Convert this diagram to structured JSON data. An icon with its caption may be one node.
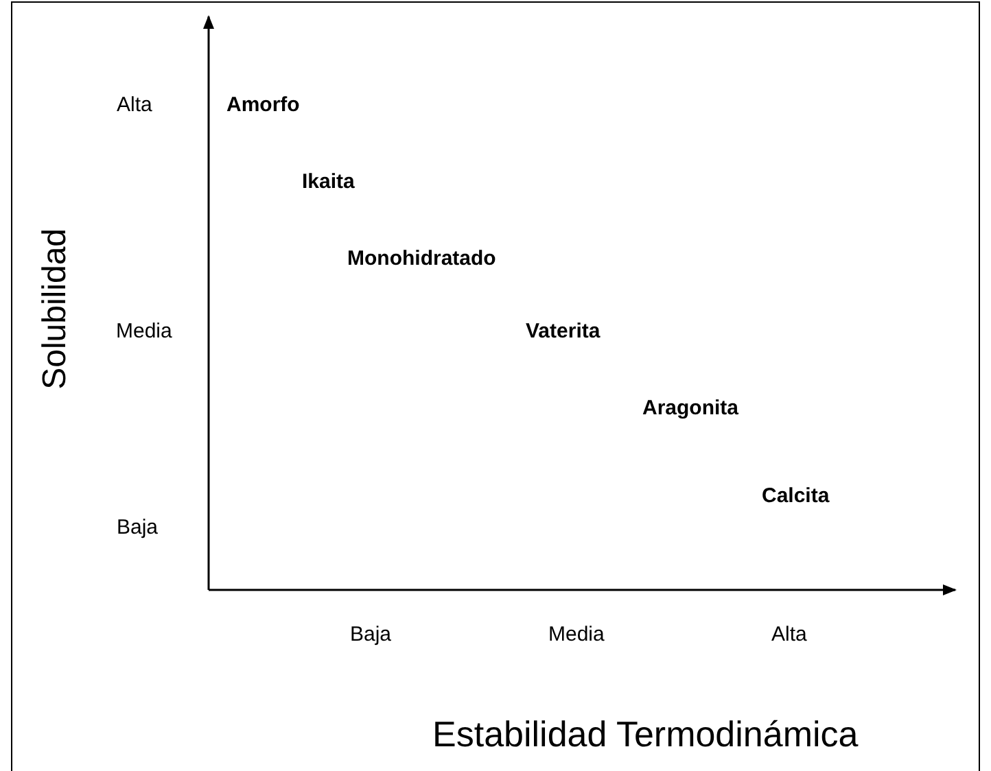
{
  "diagram": {
    "labels": [
      "Alta",
      "Amorfo",
      "Ikaita",
      "Monohidratado",
      "Media",
      "Vaterita",
      "Aragonita",
      "Calcita",
      "Baja",
      "Solubilidad",
      "Baja",
      "Media",
      "Alta",
      "Estabilidad Termodinámica"
    ]
  }
}
